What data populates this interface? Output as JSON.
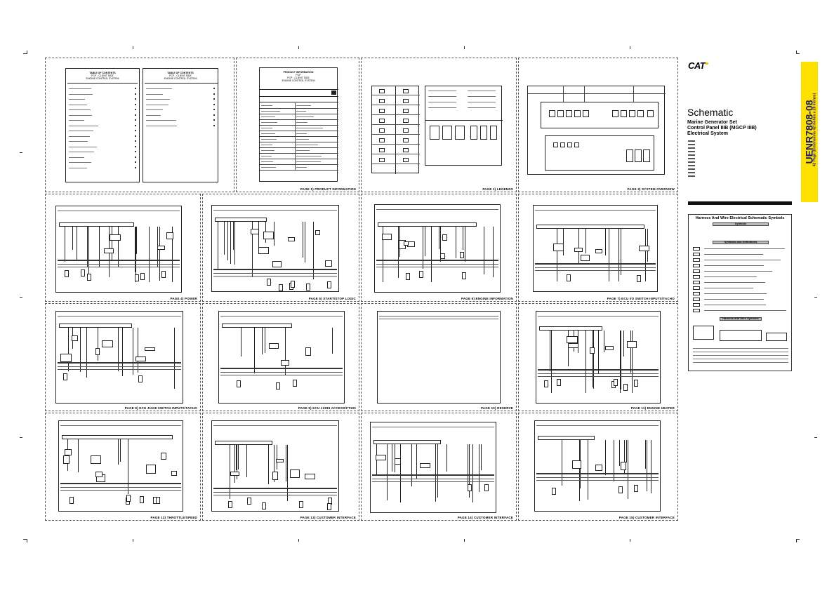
{
  "pages": [
    {
      "caption": ""
    },
    {
      "caption": "PAGE 1) PRODUCT INFORMATION"
    },
    {
      "caption": "PAGE 2) LEGENDS"
    },
    {
      "caption": "PAGE 3) SYSTEM OVERVIEW"
    },
    {
      "caption": "PAGE 4) POWER"
    },
    {
      "caption": "PAGE 5) START/STOP LOGIC"
    },
    {
      "caption": "PAGE 6) ENGINE INFORMATION"
    },
    {
      "caption": "PAGE 7) ECU I/O SWITCH INPUTS/TACHO"
    },
    {
      "caption": "PAGE 8) ECU J1939 SWITCH INPUTS/TACHO"
    },
    {
      "caption": "PAGE 9) ECU J1939 ACCESS/FT100"
    },
    {
      "caption": "PAGE 10) RESERVE"
    },
    {
      "caption": "PAGE 11) ENGINE HEATER"
    },
    {
      "caption": "PAGE 12) THROTTLE/SPEED"
    },
    {
      "caption": "PAGE 13) CUSTOMER INTERFACE"
    },
    {
      "caption": "PAGE 14) CUSTOMER INTERFACE"
    },
    {
      "caption": "PAGE 15) CUSTOMER INTERFACE"
    }
  ],
  "toc": {
    "left_title": "TABLE OF CONTENTS",
    "left_sub1": "PCP - CLIENT SIDE",
    "left_sub2": "ENGINE CONTROL SYSTEM",
    "right_title": "TABLE OF CONTENTS",
    "right_sub1": "PCP - CLIENT SIDE",
    "right_sub2": "ENGINE CONTROL SYSTEM"
  },
  "product_info": {
    "title": "PRODUCT INFORMATION",
    "sub1": "PCP",
    "sub2": "PCP - CLIENT SIDE",
    "sub3": "ENGINE CONTROL SYSTEM"
  },
  "cover": {
    "logo": "CAT",
    "document_number": "UENR7808-08",
    "pages_note": "42 Page (Dimensions 42 Inches x 28 Inches)",
    "title": "Schematic",
    "subtitle_line1": "Marine Generator Set",
    "subtitle_line2": "Control Panel IIIB (MGCP IIIB)",
    "subtitle_line3": "Electrical System",
    "legend_title": "Harness And Wire Electrical Schematic Symbols",
    "legend_section1": "Symbols",
    "legend_section2": "Symbols and Definitions",
    "legend_section3": "Harness and Wire Symbols"
  }
}
